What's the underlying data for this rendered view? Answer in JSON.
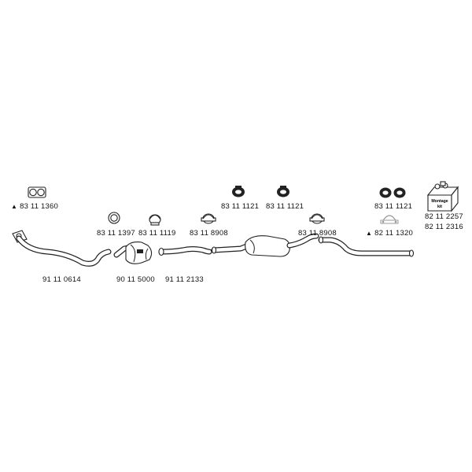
{
  "parts": {
    "gasket_top_left": "83 11 1360",
    "ring_a": "83 11 1397",
    "clamp_a": "83 11 1119",
    "clamp_b": "83 11 8908",
    "hanger_1": "83 11 1121",
    "hanger_2": "83 11 1121",
    "clamp_c": "83 11 8908",
    "hanger_3": "83 11 1121",
    "clamp_d": "82 11 1320",
    "kit_1": "82 11 2257",
    "kit_2": "82 11 2316",
    "front_pipe": "91 11 0614",
    "catalyst": "90 11 5000",
    "mid_pipe": "91 11 2133"
  },
  "kit_box_text": [
    "Montage",
    "kit"
  ],
  "marker_symbol": "▲"
}
